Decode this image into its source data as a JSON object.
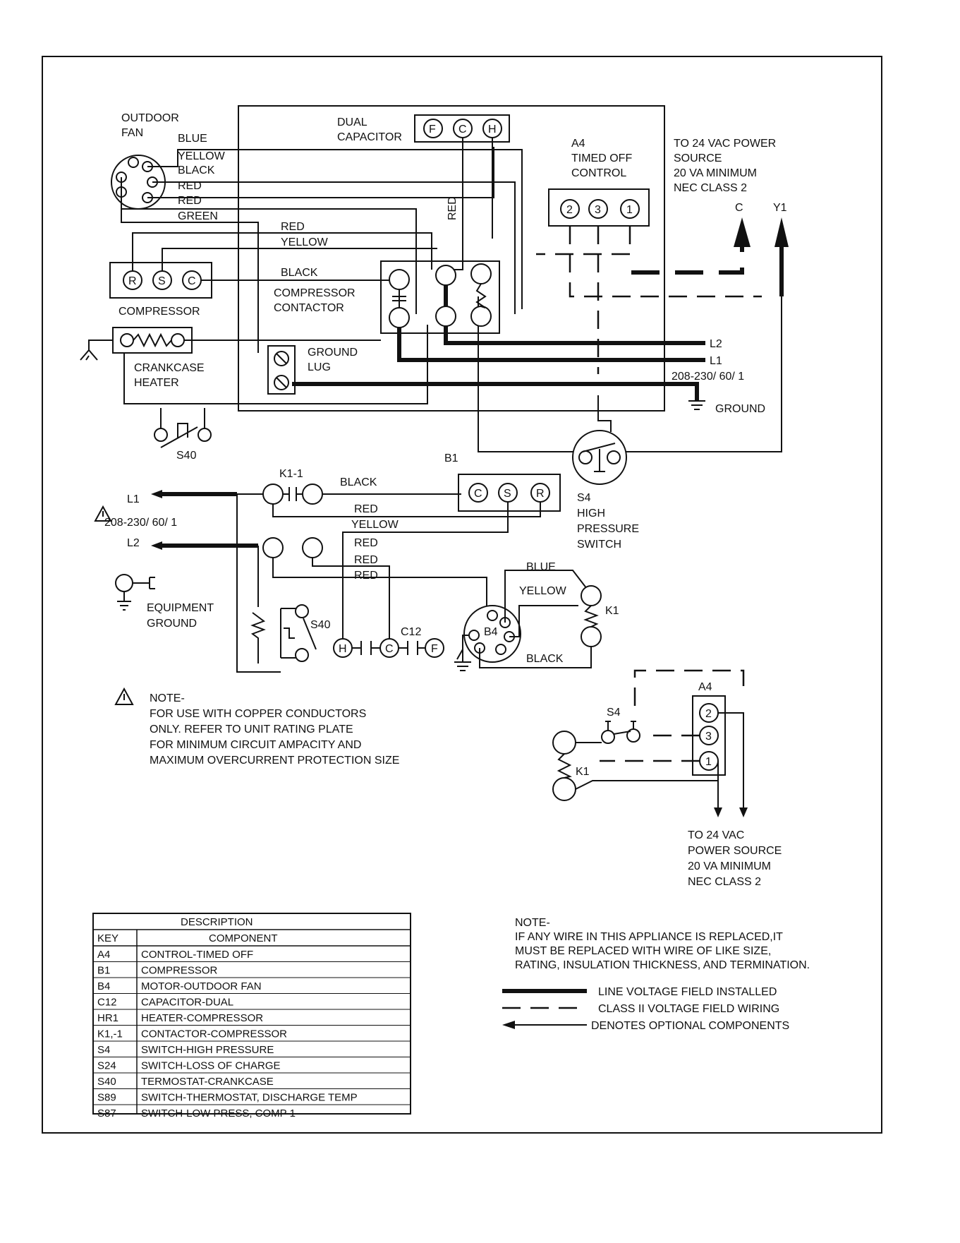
{
  "diagram": {
    "upper": {
      "outdoor_fan": "OUTDOOR",
      "outdoor_fan_2": "FAN",
      "fan_wires": [
        "BLUE",
        "YELLOW",
        "BLACK",
        "RED",
        "RED",
        "GREEN"
      ],
      "dual_capacitor": "DUAL",
      "dual_capacitor_2": "CAPACITOR",
      "cap_terms": [
        "F",
        "C",
        "H"
      ],
      "red_vertical": "RED",
      "a4_title": "A4",
      "a4_line2": "TIMED OFF",
      "a4_line3": "CONTROL",
      "a4_terms": [
        "2",
        "3",
        "1"
      ],
      "power_source": [
        "TO 24 VAC POWER",
        "SOURCE",
        "20 VA MINIMUM",
        "NEC CLASS 2"
      ],
      "c_label": "C",
      "y1_label": "Y1",
      "comp_wires": [
        "RED",
        "YELLOW",
        "BLACK"
      ],
      "comp_terms": [
        "R",
        "S",
        "C"
      ],
      "compressor": "COMPRESSOR",
      "contactor": "COMPRESSOR",
      "contactor_2": "CONTACTOR",
      "ground_lug": "GROUND",
      "ground_lug_2": "LUG",
      "crankcase": "CRANKCASE",
      "crankcase_2": "HEATER",
      "l2": "L2",
      "l1": "L1",
      "supply": "208-230/ 60/ 1",
      "ground": "GROUND",
      "s40": "S40",
      "s4": "S4",
      "s4_desc": [
        "HIGH",
        "PRESSURE",
        "SWITCH"
      ]
    },
    "lower": {
      "l1": "L1",
      "supply": "208-230/ 60/ 1",
      "l2": "L2",
      "k1_1": "K1-1",
      "black": "BLACK",
      "b1": "B1",
      "b1_terms": [
        "C",
        "S",
        "R"
      ],
      "wires": [
        "RED",
        "YELLOW",
        "RED",
        "RED",
        "RED"
      ],
      "blue": "BLUE",
      "yellow": "YELLOW",
      "k1": "K1",
      "b4": "B4",
      "black2": "BLACK",
      "equipment": "EQUIPMENT",
      "ground": "GROUND",
      "s40": "S40",
      "c12": "C12",
      "cap_terms": [
        "H",
        "C",
        "F"
      ]
    },
    "note1": [
      "NOTE-",
      "FOR USE WITH COPPER CONDUCTORS",
      "ONLY. REFER TO UNIT RATING PLATE",
      "FOR MINIMUM CIRCUIT AMPACITY AND",
      "MAXIMUM OVERCURRENT PROTECTION SIZE"
    ],
    "optional": {
      "a4": "A4",
      "s4": "S4",
      "k1": "K1",
      "terms": [
        "2",
        "3",
        "1"
      ],
      "power_source": [
        "TO 24 VAC",
        "POWER SOURCE",
        "20 VA MINIMUM",
        "NEC CLASS 2"
      ]
    },
    "table": {
      "title": "DESCRIPTION",
      "headers": [
        "KEY",
        "COMPONENT"
      ],
      "rows": [
        [
          "A4",
          "CONTROL-TIMED OFF"
        ],
        [
          "B1",
          "COMPRESSOR"
        ],
        [
          "B4",
          "MOTOR-OUTDOOR FAN"
        ],
        [
          "C12",
          "CAPACITOR-DUAL"
        ],
        [
          "HR1",
          "HEATER-COMPRESSOR"
        ],
        [
          "K1,-1",
          "CONTACTOR-COMPRESSOR"
        ],
        [
          "S4",
          "SWITCH-HIGH PRESSURE"
        ],
        [
          "S24",
          "SWITCH-LOSS OF CHARGE"
        ],
        [
          "S40",
          "TERMOSTAT-CRANKCASE"
        ],
        [
          "S89",
          "SWITCH-THERMOSTAT, DISCHARGE TEMP"
        ],
        [
          "S87",
          "SWITCH-LOW PRESS, COMP 1"
        ]
      ]
    },
    "note2": [
      "NOTE-",
      "IF ANY WIRE IN THIS APPLIANCE IS REPLACED,IT",
      "MUST BE REPLACED WITH WIRE OF LIKE SIZE,",
      "RATING, INSULATION THICKNESS, AND TERMINATION."
    ],
    "legend": [
      "LINE VOLTAGE FIELD INSTALLED",
      "CLASS II VOLTAGE FIELD WIRING",
      "DENOTES OPTIONAL COMPONENTS"
    ]
  }
}
